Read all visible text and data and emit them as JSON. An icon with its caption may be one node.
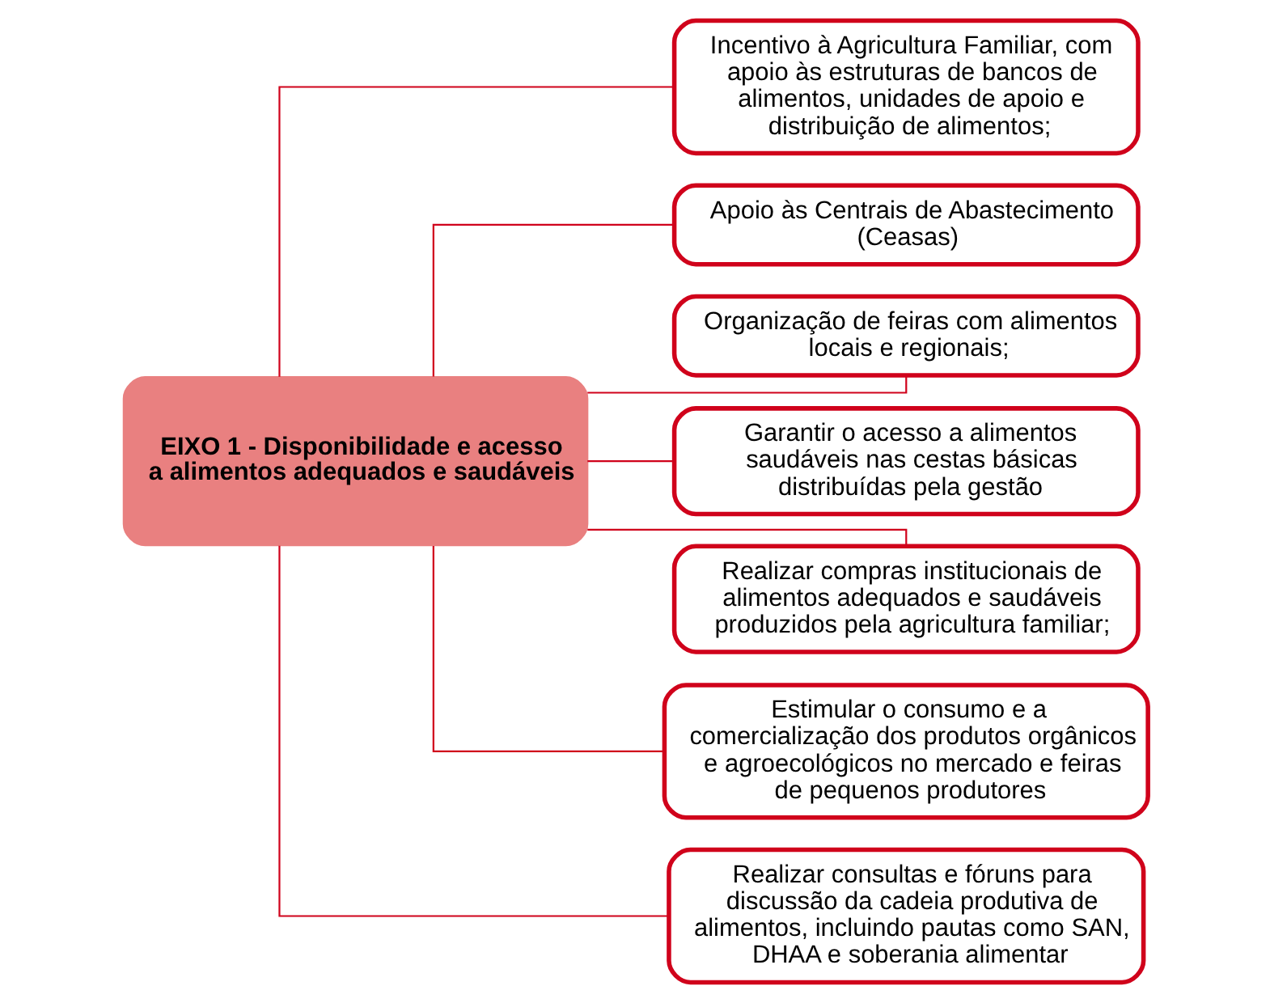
{
  "diagram": {
    "nodes": [
      {
        "text": [
          "EIXO 1 - Disponibilidade e acesso a alimentos adequados e saudáveis"
        ]
      },
      {
        "text": [
          "Incentivo à Agricultura Familiar, com apoio às estruturas de bancos de alimentos, unidades de apoio e distribuição de alimentos;"
        ]
      },
      {
        "text": [
          "Apoio às Centrais de Abastecimento (Ceasas)"
        ]
      },
      {
        "text": [
          "Organização de feiras com alimentos locais e regionais;"
        ]
      },
      {
        "text": [
          "Garantir o acesso a alimentos saudáveis nas cestas básicas distribuídas pela gestão"
        ]
      },
      {
        "text": [
          "Realizar compras institucionais de alimentos adequados e saudáveis produzidos pela agricultura familiar;"
        ]
      },
      {
        "text": [
          "Estimular o consumo e a comercialização dos produtos orgânicos e agroecológicos no mercado e feiras de pequenos produtores"
        ]
      },
      {
        "text": [
          "Realizar consultas e fóruns para discussão da cadeia produtiva de alimentos, incluindo pautas como SAN, DHAA e soberania alimentar"
        ]
      }
    ],
    "edges": [
      {
        "from": 0,
        "to": 1,
        "arrow": "none"
      },
      {
        "from": 0,
        "to": 2,
        "arrow": "none"
      },
      {
        "from": 0,
        "to": 3,
        "arrow": "none"
      },
      {
        "from": 0,
        "to": 4,
        "arrow": "none"
      },
      {
        "from": 0,
        "to": 5,
        "arrow": "none"
      },
      {
        "from": 0,
        "to": 6,
        "arrow": "none"
      },
      {
        "from": 0,
        "to": 7,
        "arrow": "none"
      }
    ]
  }
}
